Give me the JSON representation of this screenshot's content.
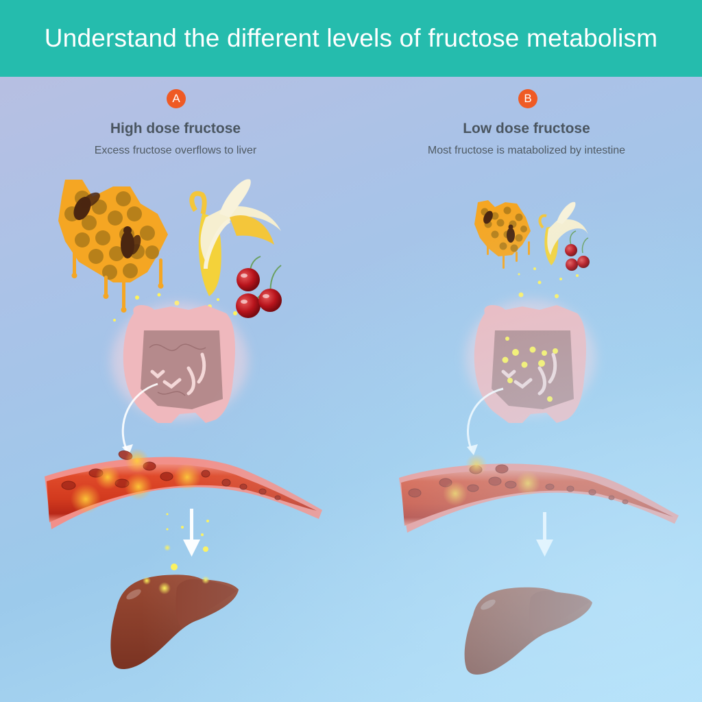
{
  "header": {
    "title": "Understand the different levels of fructose metabolism",
    "background_color": "#25bcad"
  },
  "panels": [
    {
      "id": "A",
      "badge": "A",
      "title": "High dose fructose",
      "subtitle": "Excess fructose overflows to liver",
      "food_scale": "large",
      "items": [
        "honeycomb-with-bees",
        "peeled-banana",
        "cherries"
      ],
      "flow": [
        "food",
        "intestine",
        "blood-vessel",
        "liver"
      ],
      "fructose_reaches_liver": true
    },
    {
      "id": "B",
      "badge": "B",
      "title": "Low dose fructose",
      "subtitle": "Most fructose is matabolized by intestine",
      "food_scale": "small",
      "items": [
        "honeycomb-with-bees",
        "peeled-banana",
        "cherries"
      ],
      "flow": [
        "food",
        "intestine",
        "blood-vessel",
        "liver"
      ],
      "fructose_reaches_liver": false
    }
  ],
  "colors": {
    "badge": "#ef5a24",
    "title_text": "#4a5560",
    "honey": "#f5a623",
    "liver": "#8a3f2c",
    "blood": "#d23a1e",
    "fructose_particle": "#fff35a"
  }
}
